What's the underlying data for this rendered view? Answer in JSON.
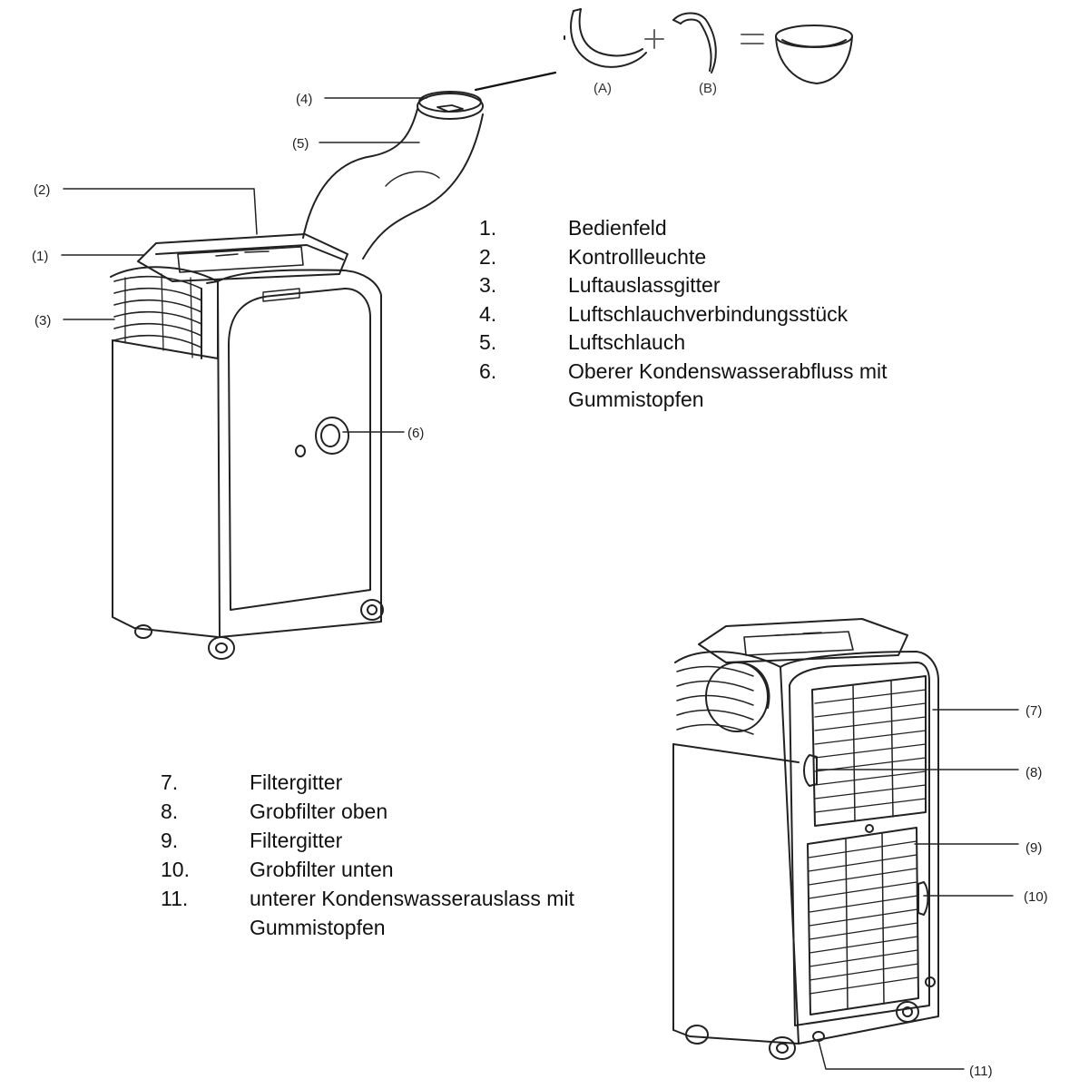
{
  "callouts": {
    "c1": "(1)",
    "c2": "(2)",
    "c3": "(3)",
    "c4": "(4)",
    "c5": "(5)",
    "c6": "(6)",
    "c7": "(7)",
    "c8": "(8)",
    "c9": "(9)",
    "c10": "(10)",
    "c11": "(11)"
  },
  "assembly": {
    "part_a": "(A)",
    "part_b": "(B)",
    "plus": "+",
    "equals": "="
  },
  "legend_top": [
    {
      "num": "1.",
      "text": "Bedienfeld"
    },
    {
      "num": "2.",
      "text": "Kontrollleuchte"
    },
    {
      "num": "3.",
      "text": "Luftauslassgitter"
    },
    {
      "num": "4.",
      "text": "Luftschlauchverbindungsstück"
    },
    {
      "num": "5.",
      "text": "Luftschlauch"
    },
    {
      "num": "6.",
      "text": "Oberer Kondenswasserabfluss mit",
      "cont": "Gummistopfen"
    }
  ],
  "legend_bottom": [
    {
      "num": "7.",
      "text": "Filtergitter"
    },
    {
      "num": "8.",
      "text": "Grobfilter oben"
    },
    {
      "num": "9.",
      "text": "Filtergitter"
    },
    {
      "num": "10.",
      "text": "Grobfilter unten"
    },
    {
      "num": "11.",
      "text": "unterer Kondenswasserauslass mit",
      "cont": "Gummistopfen"
    }
  ]
}
